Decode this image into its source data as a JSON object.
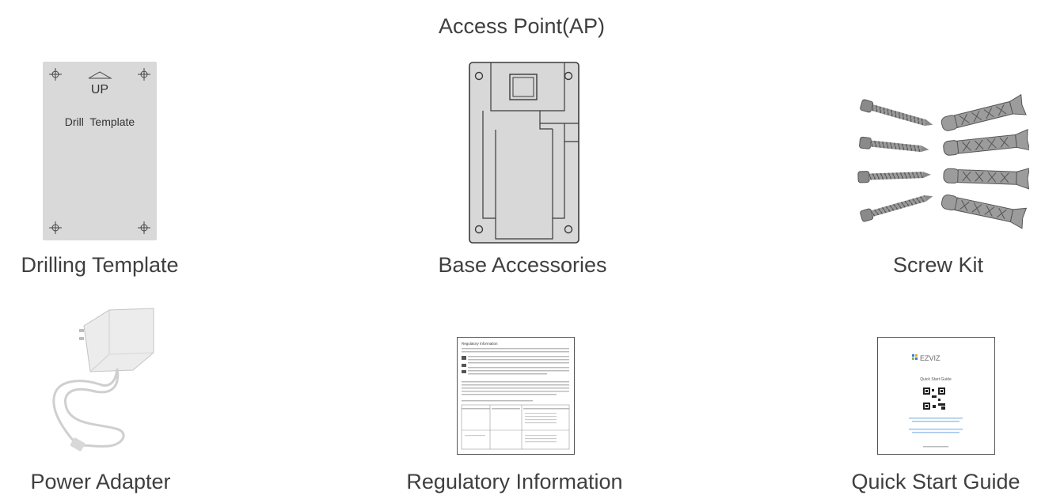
{
  "title": "Access Point(AP)",
  "drill_template": {
    "up_label": "UP",
    "template_label": "Drill  Template"
  },
  "items": [
    {
      "caption": "Drilling Template"
    },
    {
      "caption": "Base Accessories"
    },
    {
      "caption": "Screw Kit"
    },
    {
      "caption": "Power Adapter"
    },
    {
      "caption": "Regulatory Information"
    },
    {
      "caption": "Quick Start Guide"
    }
  ],
  "quick_start": {
    "brand": "EZVIZ",
    "heading": "Quick Start Guide"
  },
  "regulatory": {
    "heading": "Regulatory Information"
  },
  "colors": {
    "text": "#3f3f3f",
    "template_fill": "#d9d9d9",
    "base_fill": "#d8d8d8",
    "base_stroke": "#3a3a3a",
    "screw": "#8a8a8a"
  }
}
